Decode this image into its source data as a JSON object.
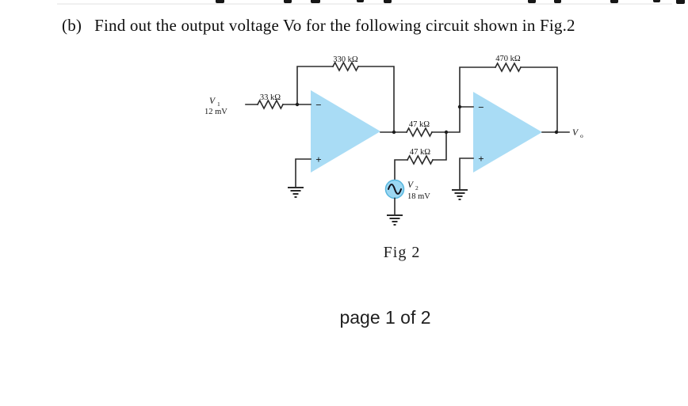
{
  "page": {
    "question_label": "(b)",
    "question_text": "Find out the output voltage Vo for the following circuit shown in Fig.2",
    "figure_caption": "Fig 2",
    "page_indicator": "page 1 of 2"
  },
  "circuit": {
    "resistors": {
      "r_input": "33 kΩ",
      "r_feedback1": "330 kΩ",
      "r_mid_top": "47 kΩ",
      "r_mid_bottom": "47 kΩ",
      "r_feedback2": "470 kΩ"
    },
    "sources": {
      "v1_symbol": "V",
      "v1_subscript": "1",
      "v1_value": "12 mV",
      "v2_symbol": "V",
      "v2_subscript": "2",
      "v2_value": "18 mV"
    },
    "output": {
      "symbol": "V",
      "subscript": "o"
    },
    "opamp": {
      "inverting_label": "−",
      "noninverting_label": "+"
    },
    "colors": {
      "opamp_fill": "#a9dcf5",
      "source_fill": "#9bd7f2",
      "source_stroke": "#58b6de",
      "wire": "#2b2b2b"
    }
  }
}
